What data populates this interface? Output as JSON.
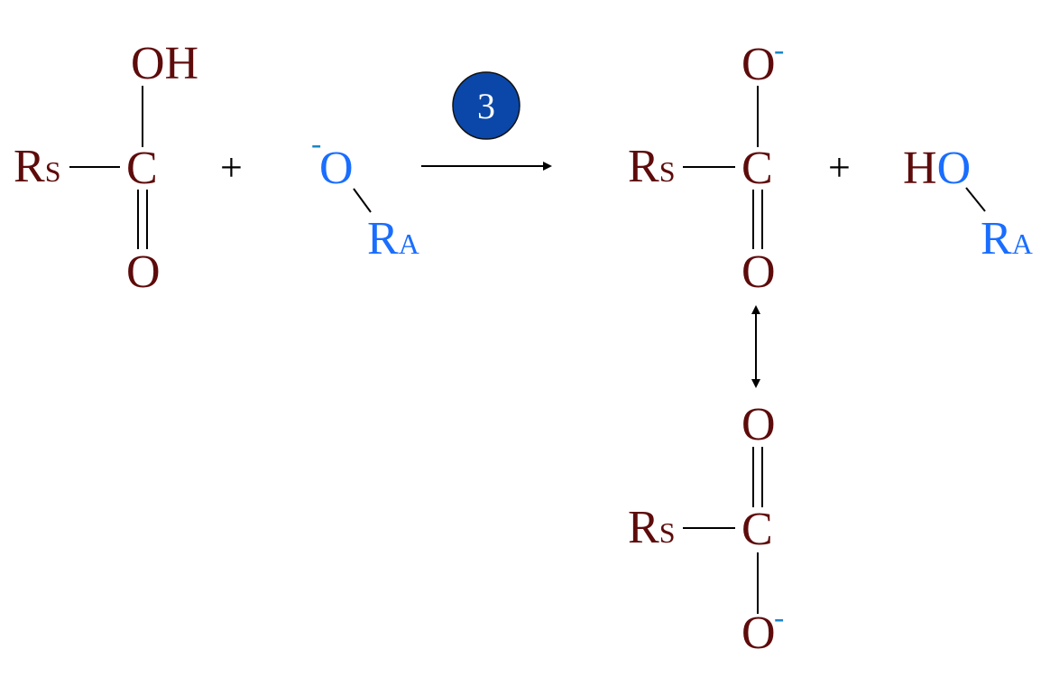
{
  "reactants": {
    "acid": {
      "oh": "OH",
      "carbon": "C",
      "carbonyl_o": "O",
      "r_group": "R",
      "r_sub": "S"
    },
    "plus": "+",
    "alkoxide": {
      "charge": "-",
      "oxygen": "O",
      "r_group": "R",
      "r_sub": "A"
    }
  },
  "step": {
    "number": "3"
  },
  "products": {
    "carboxylate": {
      "o_top": "O",
      "charge_top": "-",
      "carbon": "C",
      "o_bottom": "O",
      "r_group": "R",
      "r_sub": "S"
    },
    "plus": "+",
    "alcohol": {
      "h": "H",
      "oxygen": "O",
      "r_group": "R",
      "r_sub": "A"
    },
    "resonance": {
      "o_top": "O",
      "carbon": "C",
      "o_bottom": "O",
      "charge_bottom": "-",
      "r_group": "R",
      "r_sub": "S"
    }
  },
  "colors": {
    "substrate": "#5e0b0b",
    "alcohol": "#1a6eff",
    "charge": "#1a86c8",
    "badge": "#0a47a8"
  }
}
